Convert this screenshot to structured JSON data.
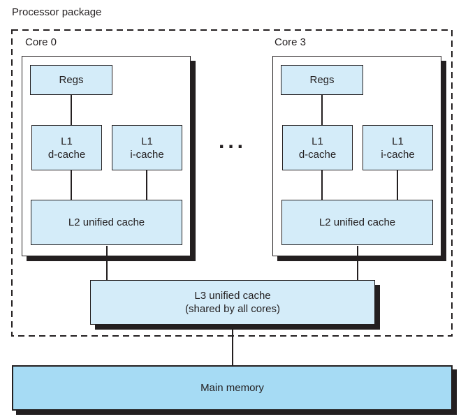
{
  "figure": {
    "package_label": "Processor package",
    "cores": [
      {
        "label": "Core 0"
      },
      {
        "label": "Core 3"
      }
    ],
    "core_parts": {
      "regs": "Regs",
      "l1d": {
        "line1": "L1",
        "line2": "d-cache"
      },
      "l1i": {
        "line1": "L1",
        "line2": "i-cache"
      },
      "l2": "L2 unified cache"
    },
    "ellipsis": "...",
    "l3": {
      "line1": "L3 unified cache",
      "line2": "(shared by all cores)"
    },
    "main_memory": "Main memory"
  },
  "colors": {
    "ink": "#231f20",
    "cache_fill": "#d4ecf9",
    "memory_fill": "#a6dbf4",
    "core_fill": "#ffffff"
  }
}
